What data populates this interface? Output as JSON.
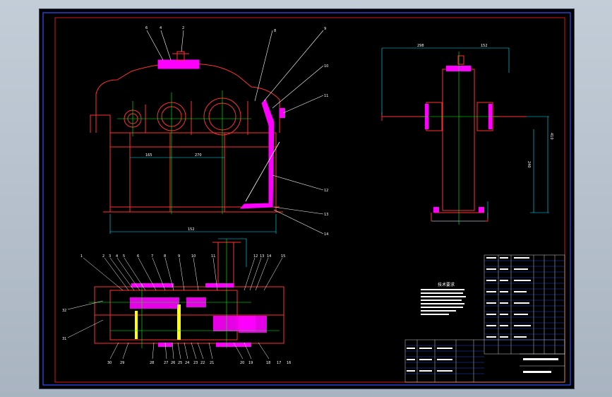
{
  "drawing": {
    "dimensions": {
      "top_width": "152",
      "inner_left": "165",
      "inner_mid": "270",
      "side_top_left": "298",
      "side_top_right": "152",
      "side_height_right": "410",
      "side_height_inner": "240"
    },
    "notes_title": "技术要求",
    "callouts_front": [
      "6",
      "4",
      "2",
      "8",
      "9",
      "10",
      "11",
      "12",
      "13",
      "14"
    ],
    "callouts_plan": [
      "1",
      "2",
      "3",
      "4",
      "5",
      "6",
      "7",
      "8",
      "9",
      "10",
      "11",
      "12",
      "13",
      "14",
      "15"
    ],
    "callouts_plan_bottom": [
      "30",
      "29",
      "28",
      "27",
      "26",
      "25",
      "24",
      "23",
      "22",
      "21",
      "20",
      "19",
      "18",
      "17",
      "16"
    ],
    "callouts_plan_left": [
      "32",
      "31"
    ]
  },
  "colors": {
    "frame": "#d01818",
    "outline": "#ff3030",
    "part": "#ff00ff",
    "center": "#00ff00",
    "dim": "#00e5ff",
    "leader": "#ffffff",
    "blue": "#3050ff"
  }
}
